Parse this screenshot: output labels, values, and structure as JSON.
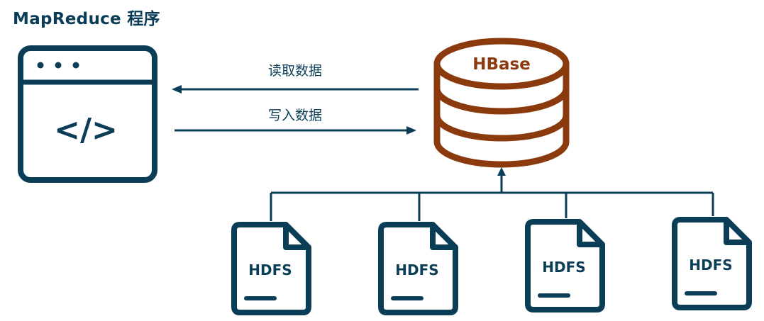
{
  "title": "MapReduce 程序",
  "program": {
    "code_symbol": "</>"
  },
  "arrows": {
    "read_label": "读取数据",
    "write_label": "写入数据"
  },
  "database": {
    "label": "HBase"
  },
  "files": [
    {
      "label": "HDFS"
    },
    {
      "label": "HDFS"
    },
    {
      "label": "HDFS"
    },
    {
      "label": "HDFS"
    }
  ],
  "colors": {
    "primary": "#0b3d57",
    "database": "#8b3a0e",
    "background": "#ffffff"
  }
}
